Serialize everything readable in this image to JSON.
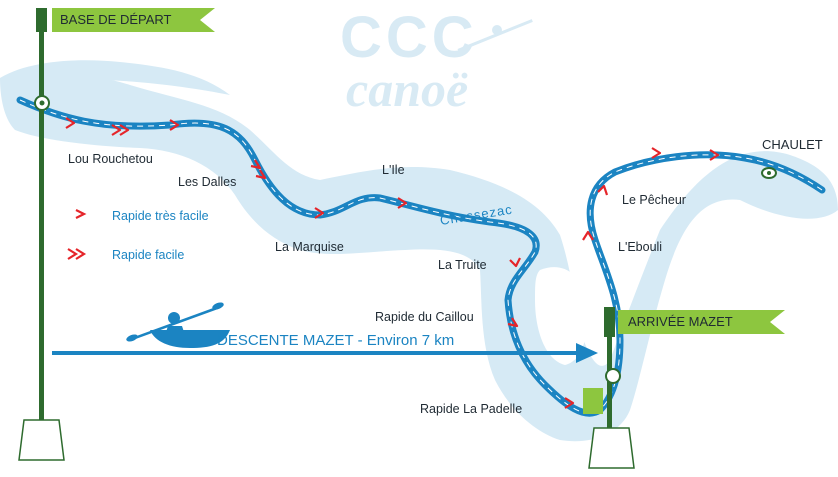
{
  "logo": {
    "line1": "CCC",
    "line2": "canoë"
  },
  "flags": {
    "start": "BASE DE DÉPART",
    "end": "ARRIVÉE MAZET"
  },
  "places": {
    "lou_rouchetou": "Lou Rouchetou",
    "les_dalles": "Les Dalles",
    "la_marquise": "La Marquise",
    "lile": "L'Ile",
    "la_truite": "La Truite",
    "rapide_caillou": "Rapide du Caillou",
    "rapide_padelle": "Rapide La Padelle",
    "le_pecheur": "Le Pêcheur",
    "lebouli": "L'Ebouli",
    "chaulet": "CHAULET"
  },
  "river": "Chassezac",
  "legend": {
    "very_easy": "Rapide très facile",
    "easy": "Rapide facile"
  },
  "route": "DESCENTE MAZET - Environ 7 km",
  "colors": {
    "river": "#1b84c2",
    "water_light": "#d6eaf5",
    "flag_green": "#8dc63f",
    "pole_green": "#2e6b2e",
    "rapid_red": "#e5252a"
  }
}
